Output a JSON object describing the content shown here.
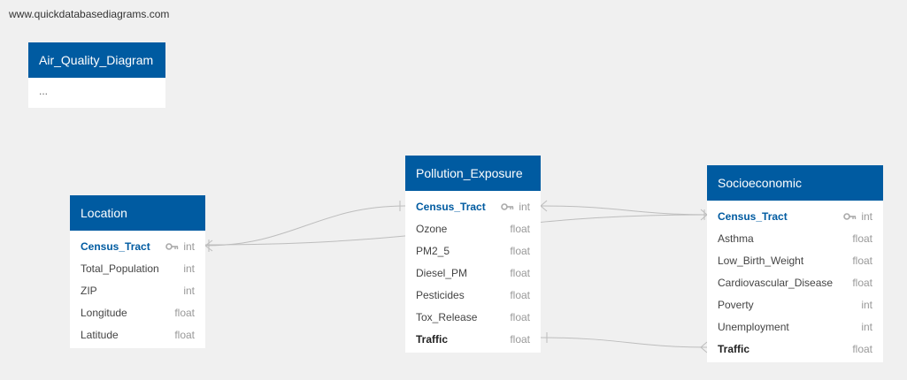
{
  "watermark": "www.quickdatabasediagrams.com",
  "note": {
    "title": "Air_Quality_Diagram",
    "body": "..."
  },
  "tables": {
    "location": {
      "name": "Location",
      "columns": [
        {
          "name": "Census_Tract",
          "type": "int",
          "pk": true
        },
        {
          "name": "Total_Population",
          "type": "int"
        },
        {
          "name": "ZIP",
          "type": "int"
        },
        {
          "name": "Longitude",
          "type": "float"
        },
        {
          "name": "Latitude",
          "type": "float"
        }
      ]
    },
    "pollution_exposure": {
      "name": "Pollution_Exposure",
      "columns": [
        {
          "name": "Census_Tract",
          "type": "int",
          "pk": true
        },
        {
          "name": "Ozone",
          "type": "float"
        },
        {
          "name": "PM2_5",
          "type": "float"
        },
        {
          "name": "Diesel_PM",
          "type": "float"
        },
        {
          "name": "Pesticides",
          "type": "float"
        },
        {
          "name": "Tox_Release",
          "type": "float"
        },
        {
          "name": "Traffic",
          "type": "float",
          "strong": true
        }
      ]
    },
    "socioeconomic": {
      "name": "Socioeconomic",
      "columns": [
        {
          "name": "Census_Tract",
          "type": "int",
          "pk": true
        },
        {
          "name": "Asthma",
          "type": "float"
        },
        {
          "name": "Low_Birth_Weight",
          "type": "float"
        },
        {
          "name": "Cardiovascular_Disease",
          "type": "float"
        },
        {
          "name": "Poverty",
          "type": "int"
        },
        {
          "name": "Unemployment",
          "type": "int"
        },
        {
          "name": "Traffic",
          "type": "float",
          "strong": true
        }
      ]
    }
  },
  "icons": {
    "primary_key": "key-icon"
  },
  "colors": {
    "header": "#005ba1",
    "primary_key_text": "#005ba1",
    "relation_line": "#bdbdbd"
  }
}
